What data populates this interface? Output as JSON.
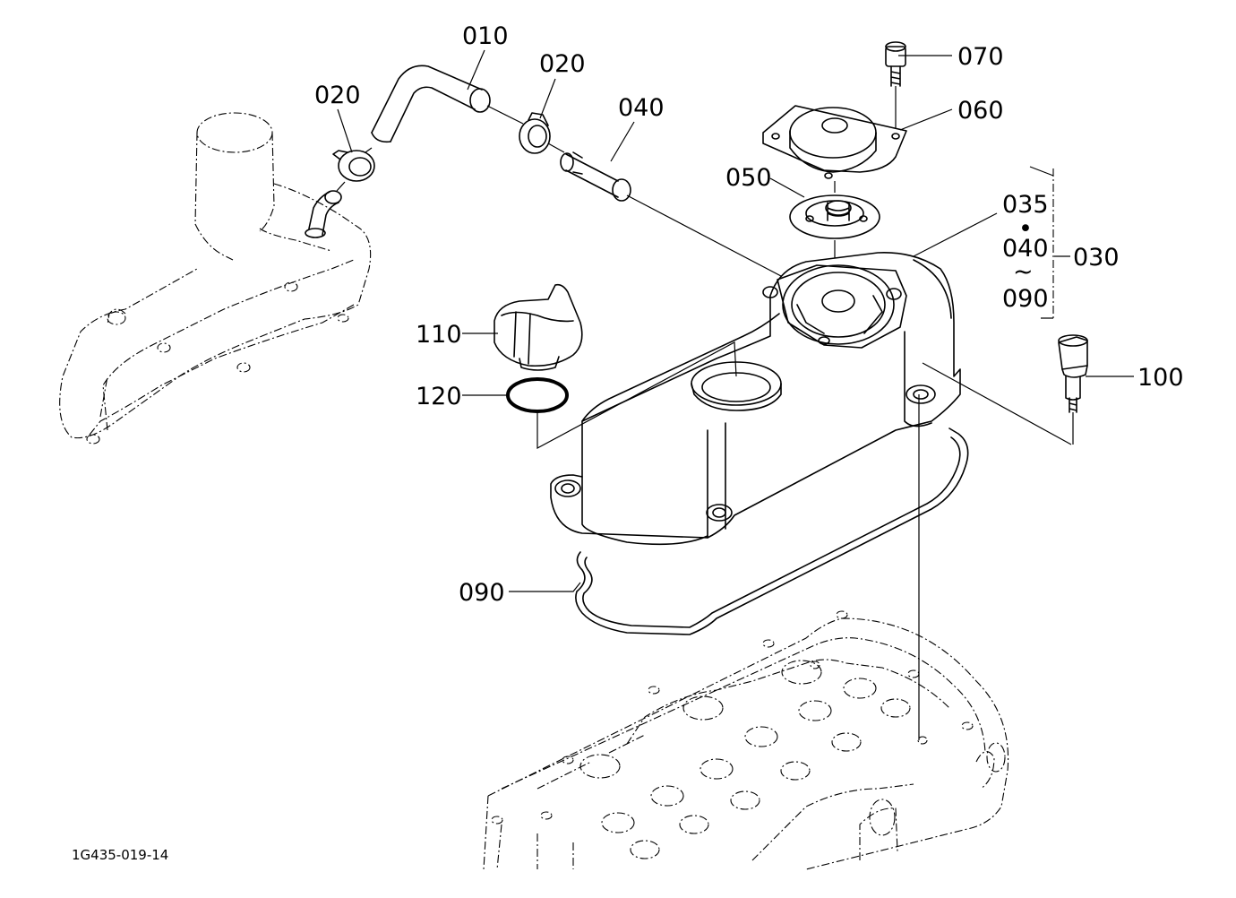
{
  "drawing_code": "1G435-019-14",
  "labels": {
    "p010": "010",
    "p020a": "020",
    "p020b": "020",
    "p040": "040",
    "p050": "050",
    "p060": "060",
    "p070": "070",
    "p035": "035",
    "p040r": "040",
    "p090r": "090",
    "p030": "030",
    "p100": "100",
    "p110": "110",
    "p120": "120",
    "p090": "090",
    "dot": "•",
    "tilde": "~"
  }
}
